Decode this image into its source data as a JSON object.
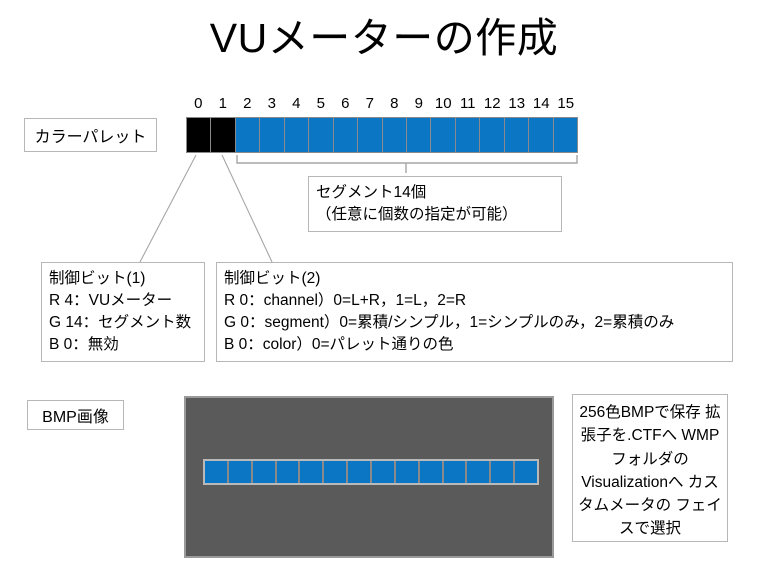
{
  "slide": {
    "title": "VUメーターの作成"
  },
  "colors": {
    "segment_blue": "#0B76C4",
    "control_black": "#000000",
    "palette_gutter": "#8A8A8A",
    "bmp_background": "#5A5A5A",
    "bmp_border": "#9A9A9A",
    "box_border": "#B7B7B7",
    "connector_line": "#A6A6A6",
    "text": "#000000",
    "page_background": "#FFFFFF"
  },
  "palette": {
    "label": "カラーパレット",
    "index_numbers": [
      "0",
      "1",
      "2",
      "3",
      "4",
      "5",
      "6",
      "7",
      "8",
      "9",
      "10",
      "11",
      "12",
      "13",
      "14",
      "15"
    ],
    "cell_count": 16,
    "cells": [
      {
        "index": 0,
        "color": "#000000",
        "role": "control-bit-1"
      },
      {
        "index": 1,
        "color": "#000000",
        "role": "control-bit-2"
      },
      {
        "index": 2,
        "color": "#0B76C4",
        "role": "segment"
      },
      {
        "index": 3,
        "color": "#0B76C4",
        "role": "segment"
      },
      {
        "index": 4,
        "color": "#0B76C4",
        "role": "segment"
      },
      {
        "index": 5,
        "color": "#0B76C4",
        "role": "segment"
      },
      {
        "index": 6,
        "color": "#0B76C4",
        "role": "segment"
      },
      {
        "index": 7,
        "color": "#0B76C4",
        "role": "segment"
      },
      {
        "index": 8,
        "color": "#0B76C4",
        "role": "segment"
      },
      {
        "index": 9,
        "color": "#0B76C4",
        "role": "segment"
      },
      {
        "index": 10,
        "color": "#0B76C4",
        "role": "segment"
      },
      {
        "index": 11,
        "color": "#0B76C4",
        "role": "segment"
      },
      {
        "index": 12,
        "color": "#0B76C4",
        "role": "segment"
      },
      {
        "index": 13,
        "color": "#0B76C4",
        "role": "segment"
      },
      {
        "index": 14,
        "color": "#0B76C4",
        "role": "segment"
      },
      {
        "index": 15,
        "color": "#0B76C4",
        "role": "segment"
      }
    ]
  },
  "segment_note": {
    "line1": "セグメント14個",
    "line2": "（任意に個数の指定が可能）"
  },
  "control_bit_1": {
    "line1": "制御ビット(1)",
    "line2": "R 4：VUメーター",
    "line3": "G 14：セグメント数",
    "line4": "B 0：無効"
  },
  "control_bit_2": {
    "line1": "制御ビット(2)",
    "line2": "R 0：channel）0=L+R，1=L，2=R",
    "line3": "G 0：segment）0=累積/シンプル，1=シンプルのみ，2=累積のみ",
    "line4": "B 0：color）0=パレット通りの色"
  },
  "bmp": {
    "label": "BMP画像",
    "segment_count": 14
  },
  "save_note": {
    "line1": "256色BMPで保存",
    "line2": "拡張子を.CTFへ",
    "line3": "WMPフォルダの",
    "line4": "Visualizationへ",
    "line5": "カスタムメータの",
    "line6": "フェイスで選択"
  }
}
